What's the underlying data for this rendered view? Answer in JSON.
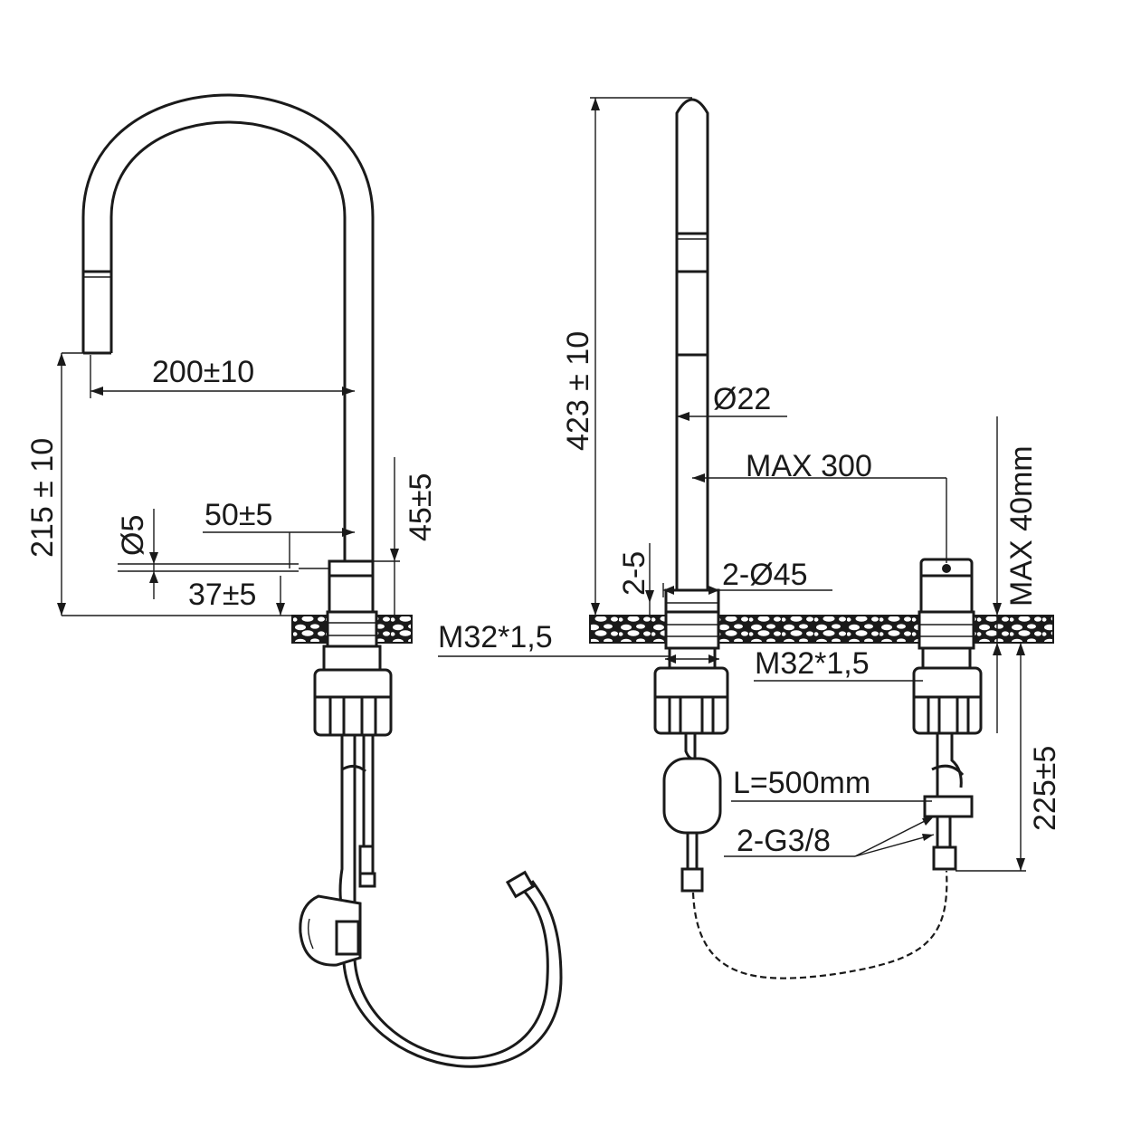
{
  "colors": {
    "line": "#1a1a1a",
    "background": "#ffffff"
  },
  "left_view": {
    "dim_spout_reach": "200±10",
    "dim_spout_height": "215 ± 10",
    "dim_diameter_5": "Ø5",
    "dim_offset_50": "50±5",
    "dim_body_height": "45±5",
    "dim_base_37": "37±5",
    "thread_label": "M32*1,5"
  },
  "right_view": {
    "dim_total_height": "423 ± 10",
    "dim_spout_diameter": "Ø22",
    "dim_max_spacing": "MAX 300",
    "dim_max_thickness": "MAX 40mm",
    "dim_gap": "2-5",
    "dim_base_diameter": "2-Ø45",
    "thread_label": "M32*1,5",
    "hose_length": "L=500mm",
    "connection": "2-G3/8",
    "dim_hose_drop": "225±5"
  }
}
